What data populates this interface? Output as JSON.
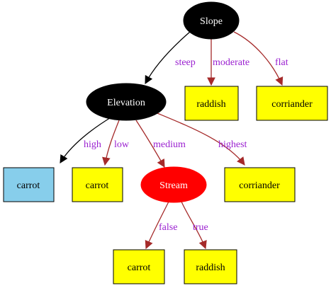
{
  "colors": {
    "root_fill": "#000000",
    "internal_fill": "#000000",
    "highlight_fill": "#ff0000",
    "leaf_fill": "#ffff00",
    "leaf_alt_fill": "#87ceeb",
    "node_text_light": "#ffffff",
    "node_text_dark": "#000000",
    "edge_dark": "#000000",
    "edge_red": "#a52a2a",
    "edge_label": "#9a1fd0"
  },
  "nodes": {
    "slope": "Slope",
    "elevation": "Elevation",
    "stream": "Stream",
    "leaf_raddish_top": "raddish",
    "leaf_corriander_top": "corriander",
    "leaf_carrot_high": "carrot",
    "leaf_carrot_low": "carrot",
    "leaf_corriander_highest": "corriander",
    "leaf_carrot_false": "carrot",
    "leaf_raddish_true": "raddish"
  },
  "edges": {
    "steep": "steep",
    "moderate": "moderate",
    "flat": "flat",
    "high": "high",
    "low": "low",
    "medium": "medium",
    "highest": "highest",
    "false": "false",
    "true": "true"
  }
}
